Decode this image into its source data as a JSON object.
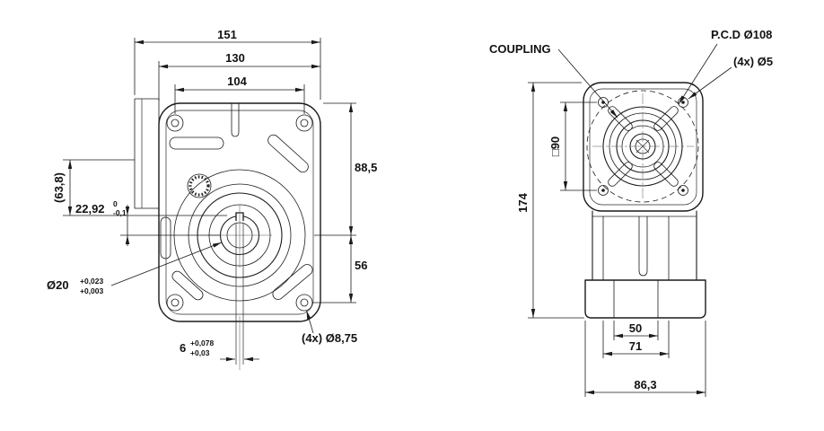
{
  "front_view": {
    "dim_151": "151",
    "dim_130": "130",
    "dim_104": "104",
    "dim_88_5": "88,5",
    "dim_56": "56",
    "dim_63_8": "(63,8)",
    "dim_22_92": "22,92",
    "tol_22_92_up": "0",
    "tol_22_92_lo": "-0,1",
    "shaft_dia": "Ø20",
    "shaft_tol_up": "+0,023",
    "shaft_tol_lo": "+0,003",
    "keyway": "6",
    "keyway_tol_up": "+0,078",
    "keyway_tol_lo": "+0,03",
    "mount_holes": "(4x) Ø8,75"
  },
  "side_view": {
    "coupling": "COUPLING",
    "pcd": "P.C.D Ø108",
    "flange_holes": "(4x) Ø5",
    "square_90": "□90",
    "dim_174": "174",
    "dim_50": "50",
    "dim_71": "71",
    "dim_86_3": "86,3"
  }
}
